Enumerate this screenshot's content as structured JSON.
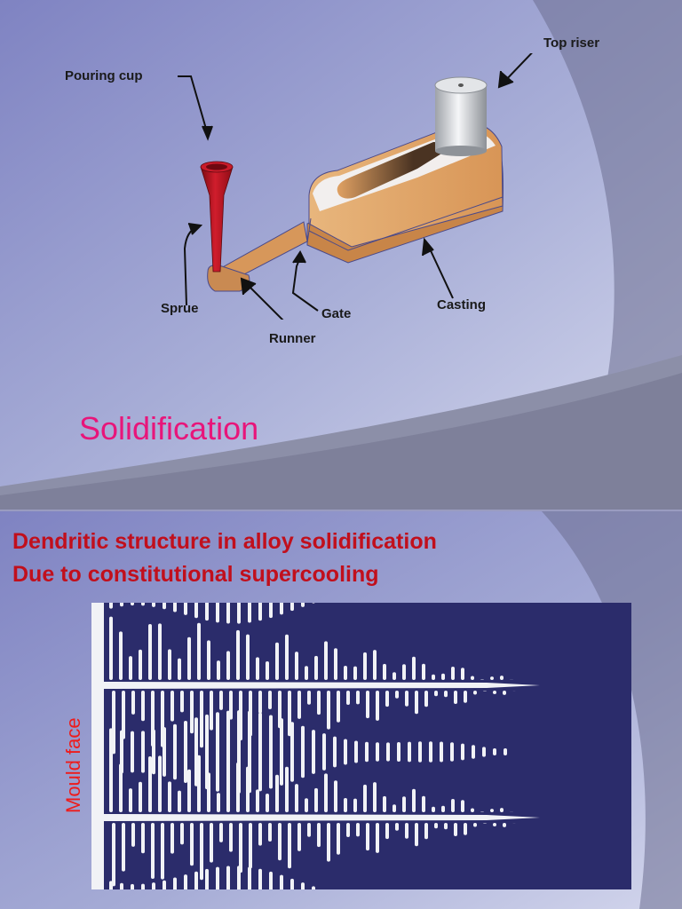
{
  "slide1": {
    "title": "Solidification",
    "labels": {
      "pouring_cup": "Pouring cup",
      "top_riser": "Top riser",
      "sprue": "Sprue",
      "gate": "Gate",
      "runner": "Runner",
      "casting": "Casting"
    }
  },
  "slide2": {
    "heading_line1": "Dendritic structure in alloy solidification",
    "heading_line2": "Due to constitutional supercooling",
    "side_label": "Mould face"
  },
  "colors": {
    "title_pink": "#e8157a",
    "heading_red": "#c10f1c",
    "side_label_red": "#ee1b1b",
    "micrograph_navy": "#2b2c6b",
    "casting_tan": "#d99d62",
    "sprue_red": "#b2101e"
  }
}
